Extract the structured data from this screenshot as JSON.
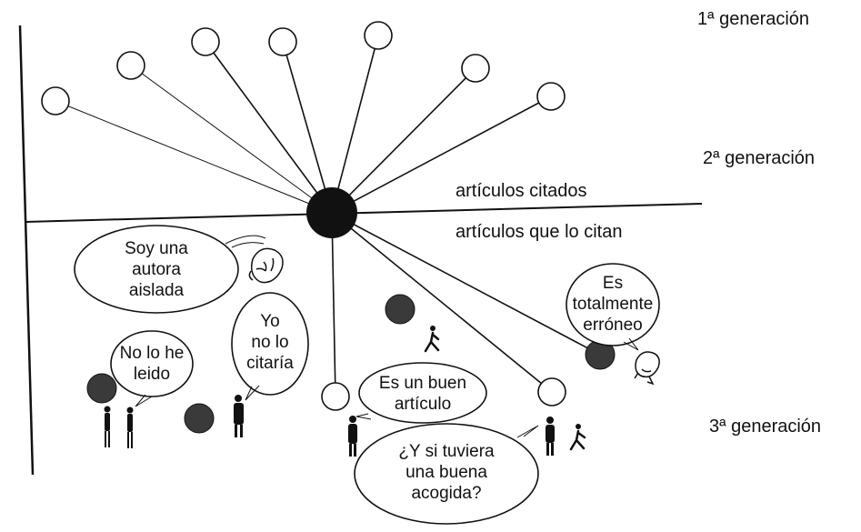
{
  "generations": {
    "first": "1ª generación",
    "second": "2ª generación",
    "third": "3ª generación"
  },
  "labels": {
    "cited": "artículos citados",
    "citing": "artículos que lo citan"
  },
  "bubbles": {
    "isolated_author": [
      "Soy una",
      "autora",
      "aislada"
    ],
    "would_not_cite": [
      "Yo",
      "no lo",
      "citaría"
    ],
    "not_read": [
      "No lo he",
      "leido"
    ],
    "good_article": [
      "Es un buen",
      "artículo"
    ],
    "wrong": [
      "Es",
      "totalmente",
      "erróneo"
    ],
    "good_reception": [
      "¿Y si tuviera",
      "una buena",
      "acogida?"
    ]
  },
  "colors": {
    "ink": "#111111",
    "node_fill": "#ffffff",
    "gray_node": "#3a3a3a"
  }
}
